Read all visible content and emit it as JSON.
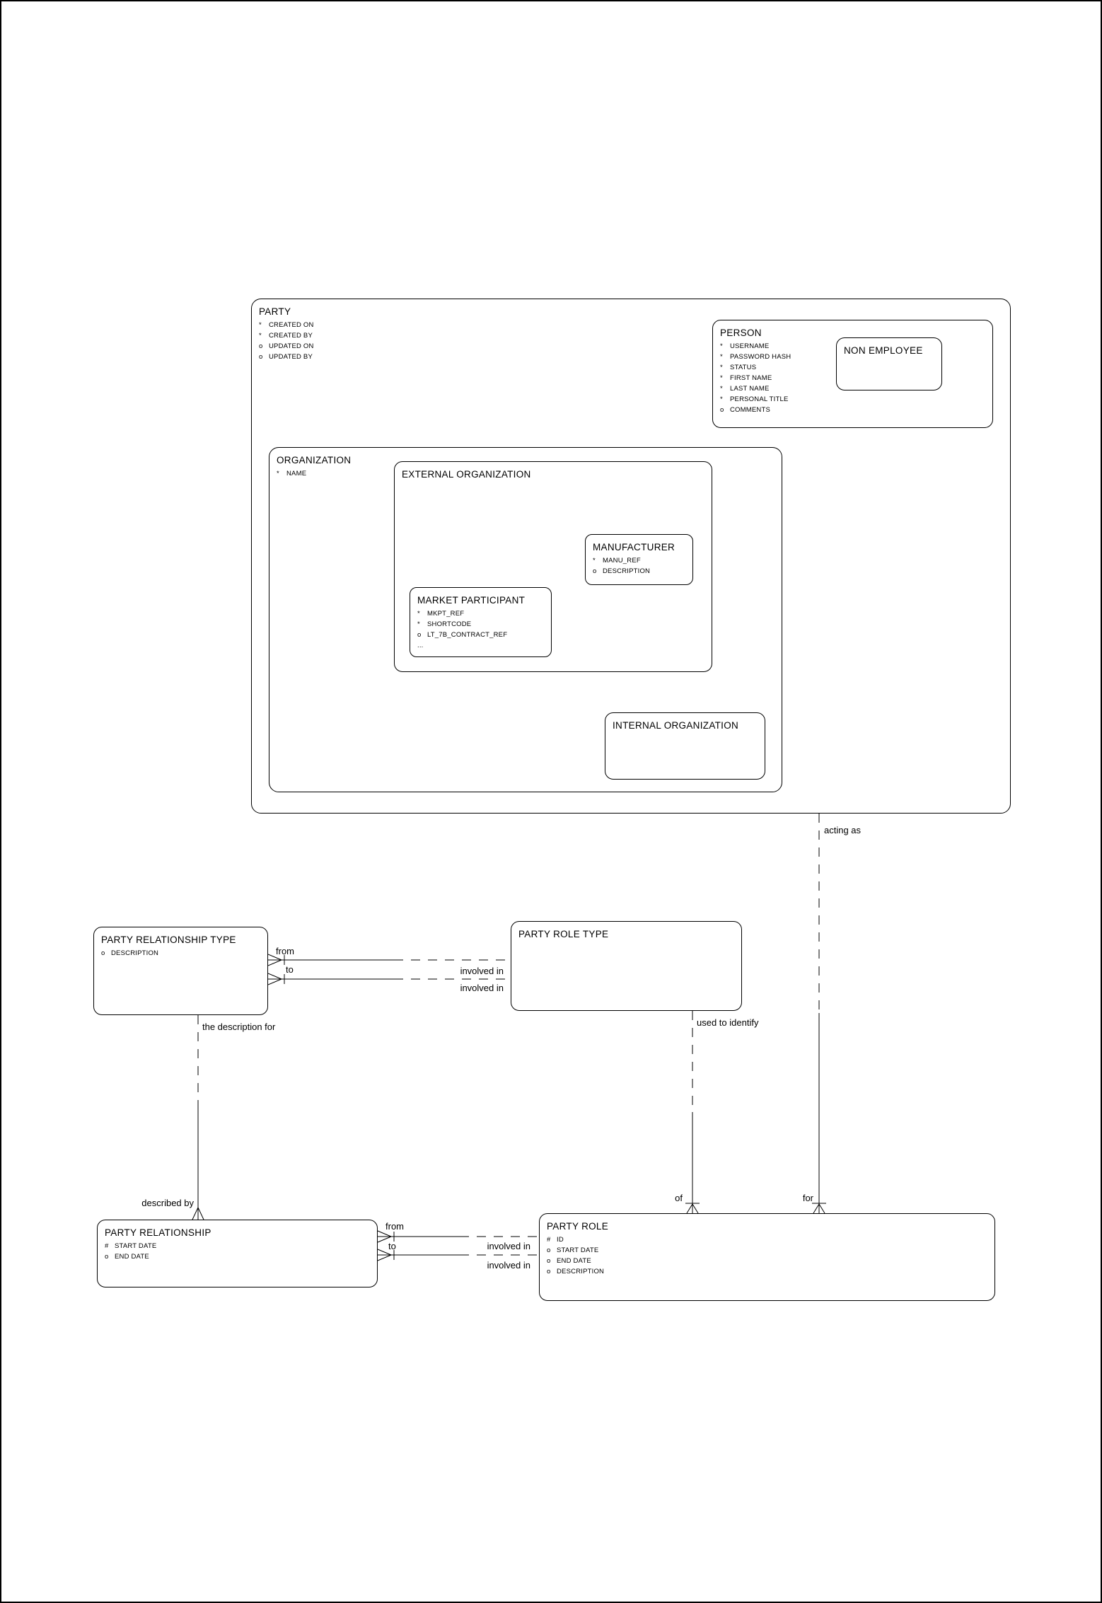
{
  "diagram": {
    "entities": {
      "party": {
        "title": "PARTY",
        "attributes": [
          {
            "m": "*",
            "t": "CREATED ON"
          },
          {
            "m": "*",
            "t": "CREATED BY"
          },
          {
            "m": "o",
            "t": "UPDATED ON"
          },
          {
            "m": "o",
            "t": "UPDATED BY"
          }
        ]
      },
      "person": {
        "title": "PERSON",
        "attributes": [
          {
            "m": "*",
            "t": "USERNAME"
          },
          {
            "m": "*",
            "t": "PASSWORD HASH"
          },
          {
            "m": "*",
            "t": "STATUS"
          },
          {
            "m": "*",
            "t": "FIRST NAME"
          },
          {
            "m": "*",
            "t": "LAST NAME"
          },
          {
            "m": "*",
            "t": "PERSONAL TITLE"
          },
          {
            "m": "o",
            "t": "COMMENTS"
          }
        ]
      },
      "non_employee": {
        "title": "NON EMPLOYEE"
      },
      "organization": {
        "title": "ORGANIZATION",
        "attributes": [
          {
            "m": "*",
            "t": "NAME"
          }
        ]
      },
      "external_organization": {
        "title": "EXTERNAL ORGANIZATION"
      },
      "manufacturer": {
        "title": "MANUFACTURER",
        "attributes": [
          {
            "m": "*",
            "t": "MANU_REF"
          },
          {
            "m": "o",
            "t": "DESCRIPTION"
          }
        ]
      },
      "market_participant": {
        "title": "MARKET PARTICIPANT",
        "attributes": [
          {
            "m": "*",
            "t": "MKPT_REF"
          },
          {
            "m": "*",
            "t": "SHORTCODE"
          },
          {
            "m": "o",
            "t": "LT_7B_CONTRACT_REF"
          },
          {
            "m": "...",
            "t": ""
          }
        ]
      },
      "internal_organization": {
        "title": "INTERNAL ORGANIZATION"
      },
      "party_relationship_type": {
        "title": "PARTY RELATIONSHIP TYPE",
        "attributes": [
          {
            "m": "o",
            "t": "DESCRIPTION"
          }
        ]
      },
      "party_role_type": {
        "title": "PARTY ROLE TYPE"
      },
      "party_relationship": {
        "title": "PARTY RELATIONSHIP",
        "attributes": [
          {
            "m": "#",
            "t": "START DATE"
          },
          {
            "m": "o",
            "t": "END DATE"
          }
        ]
      },
      "party_role": {
        "title": "PARTY ROLE",
        "attributes": [
          {
            "m": "#",
            "t": "ID"
          },
          {
            "m": "o",
            "t": "START DATE"
          },
          {
            "m": "o",
            "t": "END DATE"
          },
          {
            "m": "o",
            "t": "DESCRIPTION"
          }
        ]
      }
    },
    "relationships": {
      "type_from": {
        "near_label": "from",
        "far_label": "involved in"
      },
      "type_to": {
        "near_label": "to",
        "far_label": "involved in"
      },
      "rel_from": {
        "near_label": "from",
        "far_label": "involved in"
      },
      "rel_to": {
        "near_label": "to",
        "far_label": "involved in"
      },
      "acting_as": {
        "top_label": "acting as",
        "bottom_label": "for"
      },
      "used_to_identify": {
        "top_label": "used to identify",
        "bottom_label": "of"
      },
      "description_for": {
        "top_label": "the description for",
        "bottom_label": "described by"
      }
    },
    "colors": {
      "line": "#000000",
      "background": "#ffffff"
    }
  }
}
